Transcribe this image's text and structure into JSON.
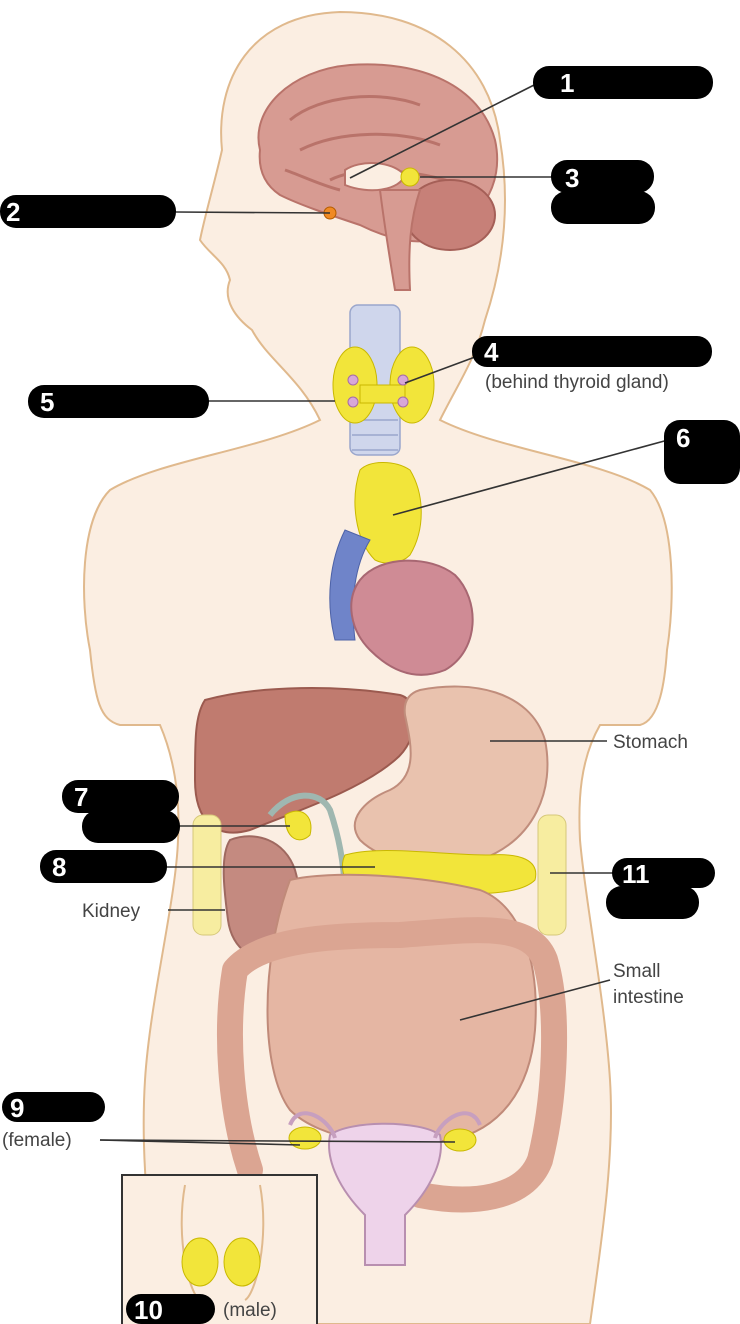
{
  "labels": {
    "stomach": "Stomach",
    "kidney": "Kidney",
    "small_intestine_line1": "Small",
    "small_intestine_line2": "intestine",
    "behind_thyroid": "(behind thyroid gland)",
    "female": "(female)",
    "male": "(male)"
  },
  "markers": [
    "1",
    "2",
    "3",
    "4",
    "5",
    "6",
    "7",
    "8",
    "9",
    "10",
    "11"
  ],
  "colors": {
    "body_skin": "#fbeee2",
    "body_outline": "#e0b98d",
    "gland_yellow": "#f2e53a",
    "organ_pink": "#d89c95",
    "redaction": "#000000"
  }
}
